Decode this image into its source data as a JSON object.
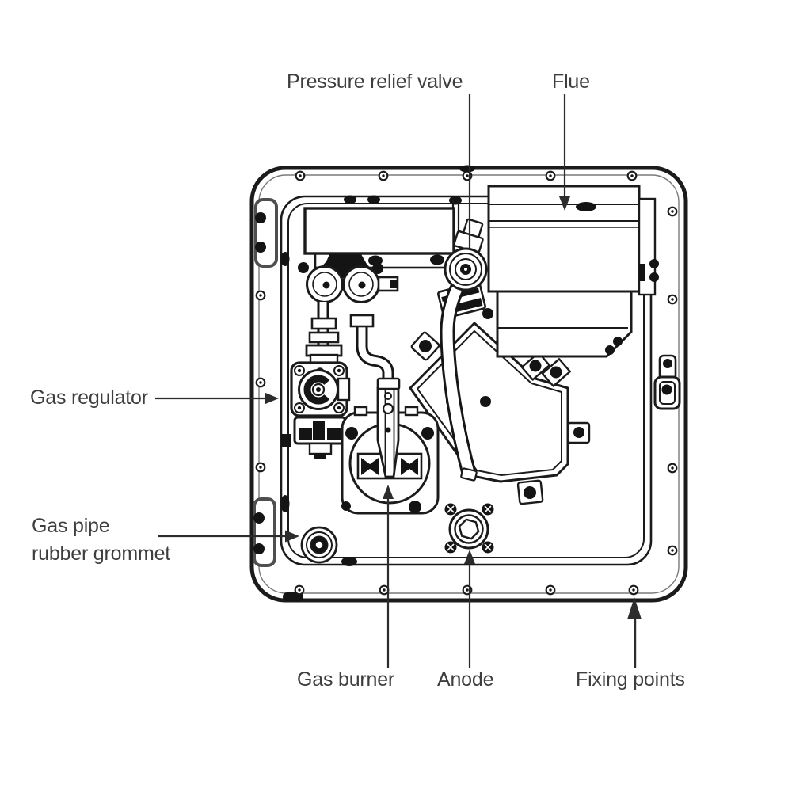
{
  "diagram": {
    "subject": "gas water heater unit – exploded front view",
    "labels": {
      "pressure_relief_valve": "Pressure relief valve",
      "flue": "Flue",
      "gas_regulator": "Gas regulator",
      "gas_pipe_grommet_line1": "Gas pipe",
      "gas_pipe_grommet_line2": "rubber grommet",
      "gas_burner": "Gas burner",
      "anode": "Anode",
      "fixing_points": "Fixing points"
    },
    "colors": {
      "line": "#1b1b1b",
      "label_text": "#3e3e3e",
      "leader_line": "#2c2c2c",
      "background": "#ffffff"
    }
  }
}
